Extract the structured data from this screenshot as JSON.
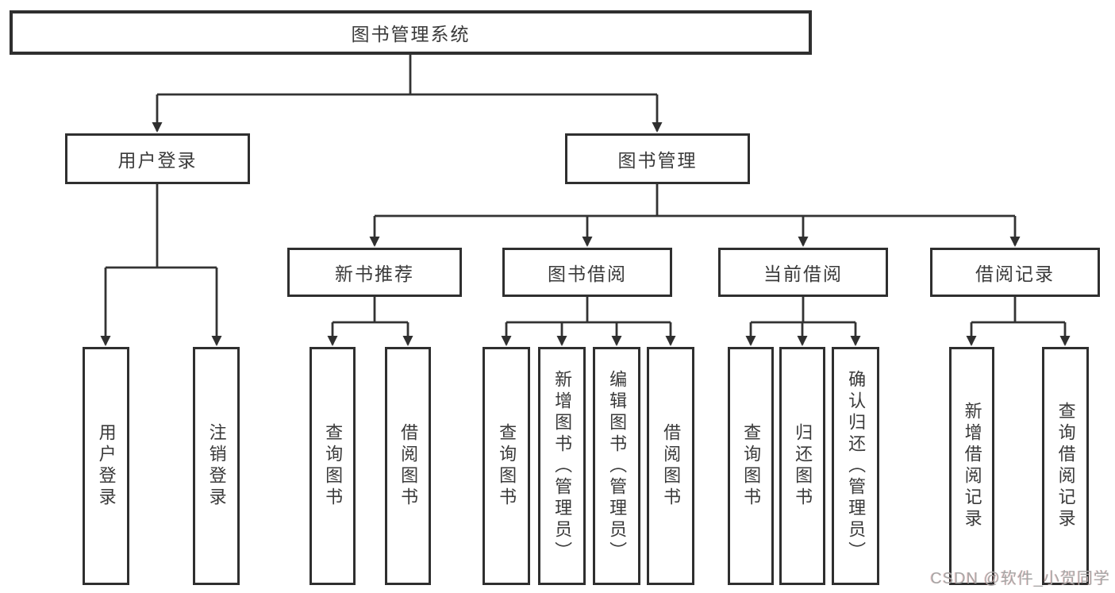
{
  "tree": {
    "root": "图书管理系统",
    "level2": [
      "用户登录",
      "图书管理"
    ],
    "level3": [
      "新书推荐",
      "图书借阅",
      "当前借阅",
      "借阅记录"
    ],
    "leaves": {
      "user_login": [
        "用户登录",
        "注销登录"
      ],
      "new_book": [
        "查询图书",
        "借阅图书"
      ],
      "book_borrow": [
        "查询图书",
        "新增图书（管理员）",
        "编辑图书（管理员）",
        "借阅图书"
      ],
      "current_borrow": [
        "查询图书",
        "归还图书",
        "确认归还（管理员）"
      ],
      "borrow_record": [
        "新增借阅记录",
        "查询借阅记录"
      ]
    }
  },
  "watermark": "CSDN @软件_小贺同学",
  "colors": {
    "line": "#333333",
    "box_border": "#2f2f2f",
    "text": "#3a3a3a",
    "watermark": "#a6a6a6",
    "background": "#ffffff"
  }
}
